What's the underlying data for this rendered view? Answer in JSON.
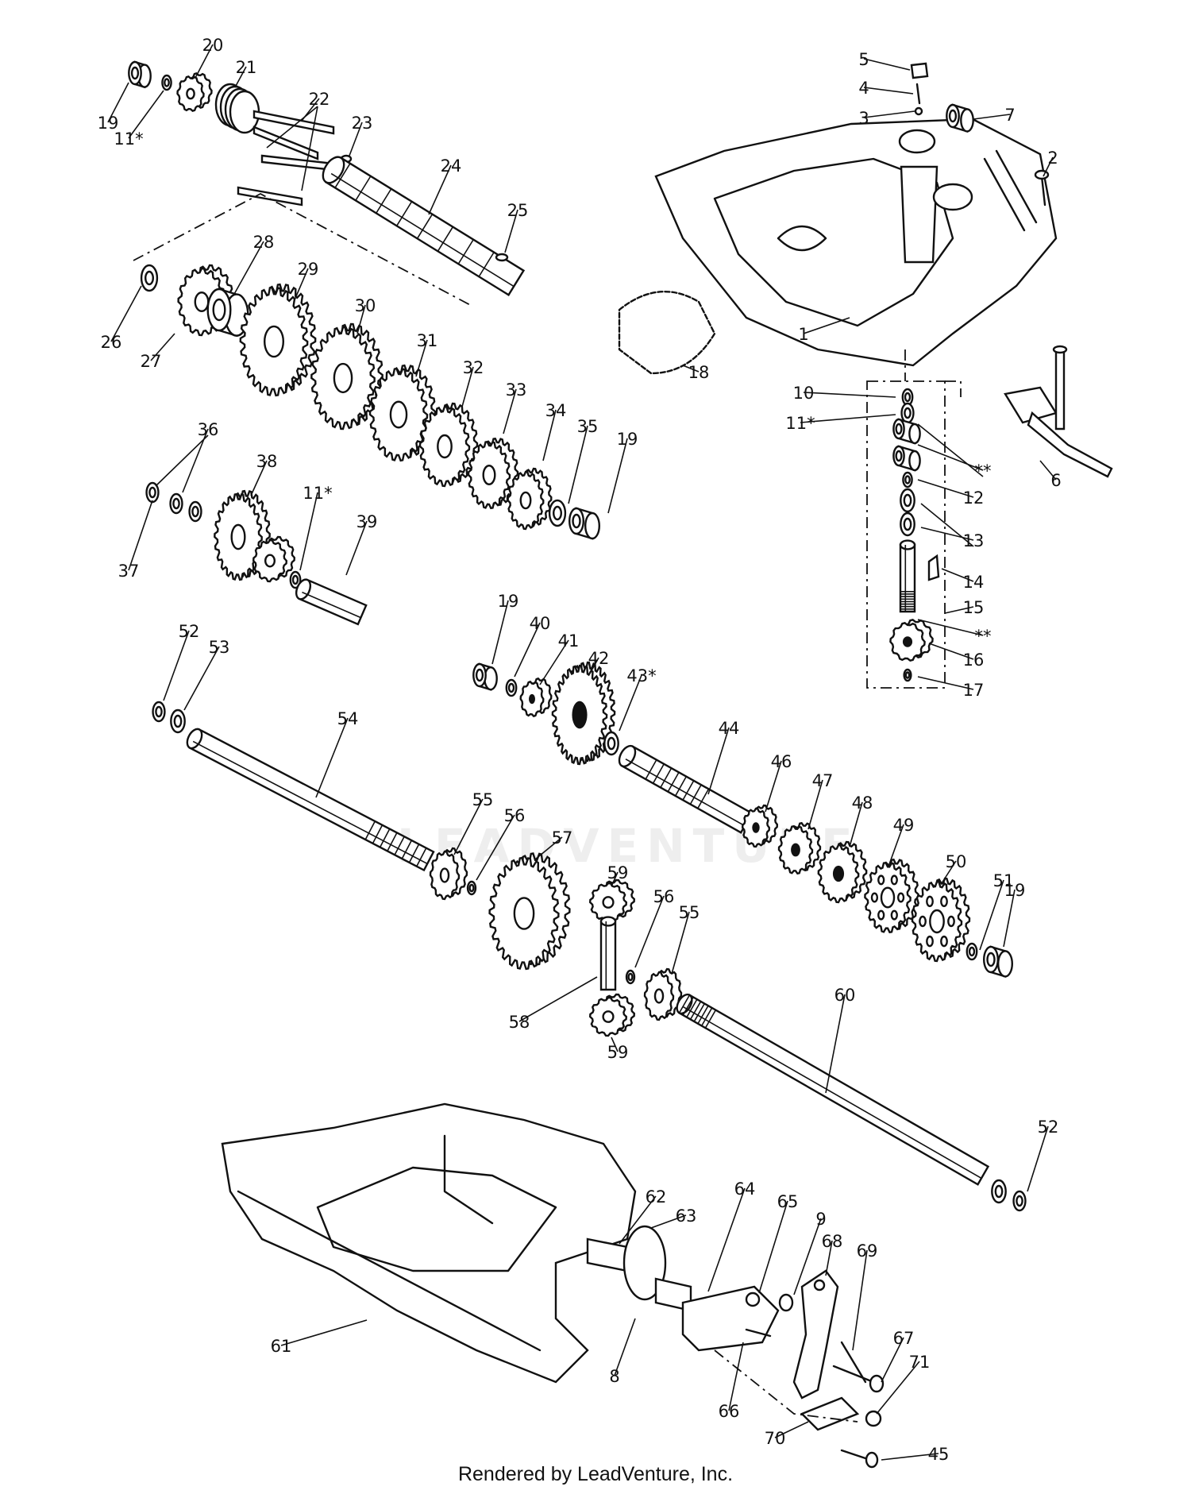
{
  "footer": "Rendered by LeadVenture, Inc.",
  "watermark": "LEADVENTURE",
  "callouts": [
    {
      "id": "1",
      "text": "1"
    },
    {
      "id": "2",
      "text": "2"
    },
    {
      "id": "3",
      "text": "3"
    },
    {
      "id": "4",
      "text": "4"
    },
    {
      "id": "5",
      "text": "5"
    },
    {
      "id": "6",
      "text": "6"
    },
    {
      "id": "7",
      "text": "7"
    },
    {
      "id": "8",
      "text": "8"
    },
    {
      "id": "9",
      "text": "9"
    },
    {
      "id": "10",
      "text": "10"
    },
    {
      "id": "11a",
      "text": "11*"
    },
    {
      "id": "11b",
      "text": "11*"
    },
    {
      "id": "11c",
      "text": "11*"
    },
    {
      "id": "12",
      "text": "12"
    },
    {
      "id": "13",
      "text": "13"
    },
    {
      "id": "14",
      "text": "14"
    },
    {
      "id": "15",
      "text": "15"
    },
    {
      "id": "16",
      "text": "16"
    },
    {
      "id": "17",
      "text": "17"
    },
    {
      "id": "18",
      "text": "18"
    },
    {
      "id": "19a",
      "text": "19"
    },
    {
      "id": "19b",
      "text": "19"
    },
    {
      "id": "19c",
      "text": "19"
    },
    {
      "id": "19d",
      "text": "19"
    },
    {
      "id": "20",
      "text": "20"
    },
    {
      "id": "21",
      "text": "21"
    },
    {
      "id": "22",
      "text": "22"
    },
    {
      "id": "23",
      "text": "23"
    },
    {
      "id": "24",
      "text": "24"
    },
    {
      "id": "25",
      "text": "25"
    },
    {
      "id": "26",
      "text": "26"
    },
    {
      "id": "27",
      "text": "27"
    },
    {
      "id": "28",
      "text": "28"
    },
    {
      "id": "29",
      "text": "29"
    },
    {
      "id": "30",
      "text": "30"
    },
    {
      "id": "31",
      "text": "31"
    },
    {
      "id": "32",
      "text": "32"
    },
    {
      "id": "33",
      "text": "33"
    },
    {
      "id": "34",
      "text": "34"
    },
    {
      "id": "35",
      "text": "35"
    },
    {
      "id": "36",
      "text": "36"
    },
    {
      "id": "37",
      "text": "37"
    },
    {
      "id": "38",
      "text": "38"
    },
    {
      "id": "39",
      "text": "39"
    },
    {
      "id": "40",
      "text": "40"
    },
    {
      "id": "41",
      "text": "41"
    },
    {
      "id": "42",
      "text": "42"
    },
    {
      "id": "43a",
      "text": "43*"
    },
    {
      "id": "43b",
      "text": "43*"
    },
    {
      "id": "44",
      "text": "44"
    },
    {
      "id": "45",
      "text": "45"
    },
    {
      "id": "46",
      "text": "46"
    },
    {
      "id": "47",
      "text": "47"
    },
    {
      "id": "48",
      "text": "48"
    },
    {
      "id": "49",
      "text": "49"
    },
    {
      "id": "50",
      "text": "50"
    },
    {
      "id": "51",
      "text": "51"
    },
    {
      "id": "52a",
      "text": "52"
    },
    {
      "id": "52b",
      "text": "52"
    },
    {
      "id": "53",
      "text": "53"
    },
    {
      "id": "54",
      "text": "54"
    },
    {
      "id": "55a",
      "text": "55"
    },
    {
      "id": "55b",
      "text": "55"
    },
    {
      "id": "56a",
      "text": "56"
    },
    {
      "id": "56b",
      "text": "56"
    },
    {
      "id": "57",
      "text": "57"
    },
    {
      "id": "58",
      "text": "58"
    },
    {
      "id": "59a",
      "text": "59"
    },
    {
      "id": "59b",
      "text": "59"
    },
    {
      "id": "60",
      "text": "60"
    },
    {
      "id": "61",
      "text": "61"
    },
    {
      "id": "62",
      "text": "62"
    },
    {
      "id": "63",
      "text": "63"
    },
    {
      "id": "64",
      "text": "64"
    },
    {
      "id": "65",
      "text": "65"
    },
    {
      "id": "66",
      "text": "66"
    },
    {
      "id": "67",
      "text": "67"
    },
    {
      "id": "68",
      "text": "68"
    },
    {
      "id": "69",
      "text": "69"
    },
    {
      "id": "70",
      "text": "70"
    },
    {
      "id": "71",
      "text": "71"
    },
    {
      "id": "ss1",
      "text": "**"
    },
    {
      "id": "ss2",
      "text": "**"
    }
  ]
}
